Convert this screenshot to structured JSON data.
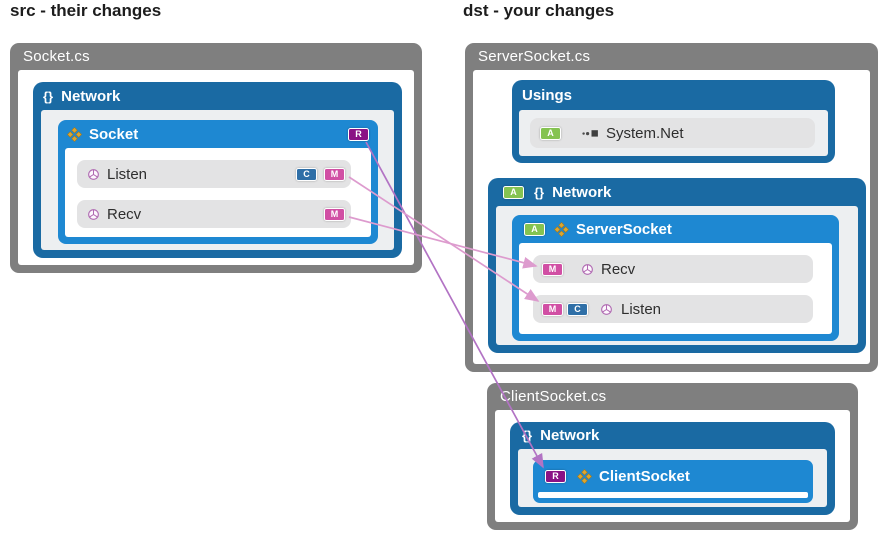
{
  "headers": {
    "src": "src - their changes",
    "dst": "dst - your changes"
  },
  "src_file": {
    "title": "Socket.cs",
    "namespace": {
      "label": "Network"
    },
    "class": {
      "label": "Socket",
      "badge_r": "R"
    },
    "listen": {
      "label": "Listen",
      "badge_c": "C",
      "badge_m": "M"
    },
    "recv": {
      "label": "Recv",
      "badge_m": "M"
    }
  },
  "dst_server": {
    "title": "ServerSocket.cs",
    "usings": {
      "label": "Usings"
    },
    "system_net": {
      "label": "System.Net",
      "badge_a": "A"
    },
    "namespace": {
      "label": "Network",
      "badge_a": "A"
    },
    "class": {
      "label": "ServerSocket",
      "badge_a": "A"
    },
    "recv": {
      "label": "Recv",
      "badge_m": "M"
    },
    "listen": {
      "label": "Listen",
      "badge_m": "M",
      "badge_c": "C"
    }
  },
  "dst_client": {
    "title": "ClientSocket.cs",
    "namespace": {
      "label": "Network"
    },
    "class": {
      "label": "ClientSocket",
      "badge_r": "R"
    }
  },
  "icons": {
    "namespace_glyph": "{}",
    "class_icon": "gold-diamonds",
    "method_icon": "purple-circle-spokes",
    "using_icon": "dots-and-square"
  },
  "connections": [
    {
      "from": "Socket (src)",
      "to": "ClientSocket (dst)",
      "badge": "R"
    },
    {
      "from": "Listen (src)",
      "to": "Listen (dst)",
      "badge": "M"
    },
    {
      "from": "Recv (src)",
      "to": "Recv (dst)",
      "badge": "M"
    }
  ],
  "colors": {
    "gray_container": "#7f7f7f",
    "ns_blue": "#1a6aa3",
    "class_blue": "#1e88d2",
    "box_inner": "#edeff1",
    "row_gray": "#e3e3e4",
    "badge_a": "#85c351",
    "badge_m": "#d14fa4",
    "badge_c": "#2f6fa7",
    "badge_r": "#8a1285",
    "line_pink": "#dd9bce",
    "line_purple": "#b273c4"
  }
}
